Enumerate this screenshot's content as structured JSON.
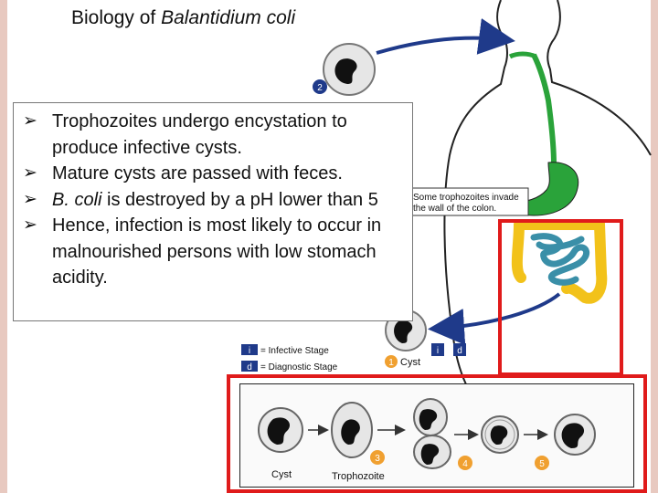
{
  "slide": {
    "title_prefix": "Biology of ",
    "title_organism": "Balantidium coli"
  },
  "bullets": [
    {
      "text": "Trophozoites undergo encystation to produce infective cysts."
    },
    {
      "text": "Mature cysts are passed with feces."
    },
    {
      "text_italic": "B. coli",
      "text_rest": " is destroyed by a pH lower than 5"
    },
    {
      "text": "Hence, infection is most likely to occur in malnourished persons with low stomach acidity."
    }
  ],
  "diagram": {
    "callout_text_line1": "Some trophozoites invade",
    "callout_text_line2": "the wall of the colon.",
    "legend": {
      "infective_symbol": "i",
      "infective_label": "= Infective Stage",
      "diagnostic_symbol": "d",
      "diagnostic_label": "= Diagnostic Stage"
    },
    "step_labels": {
      "s1": "1",
      "s2": "2",
      "s3": "3",
      "s4": "4",
      "s5": "5"
    },
    "cyst_label": "Cyst",
    "cyst_marker_i": "i",
    "cyst_marker_d": "d",
    "panel_labels": {
      "cyst": "Cyst",
      "trophozoite": "Trophozoite"
    }
  },
  "colors": {
    "highlight_frame": "#e01b1b",
    "stomach": "#2aa33a",
    "small_intestine": "#3a8fa8",
    "colon": "#f2c21a",
    "arrow_blue": "#1f3a8a",
    "step_badge": "#f0a030"
  }
}
